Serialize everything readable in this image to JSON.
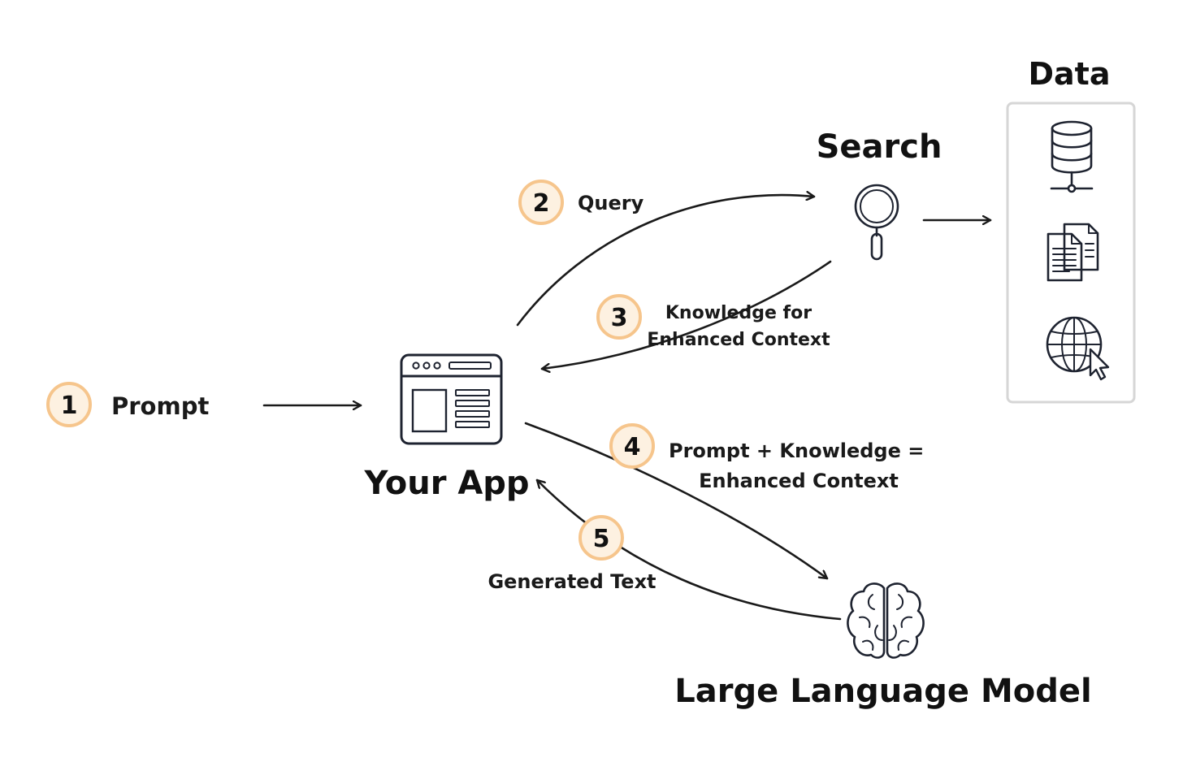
{
  "nodes": {
    "data": "Data",
    "search": "Search",
    "your_app": "Your App",
    "llm": "Large Language Model"
  },
  "steps": [
    {
      "number": "1",
      "label_lines": [
        "Prompt"
      ]
    },
    {
      "number": "2",
      "label_lines": [
        "Query"
      ]
    },
    {
      "number": "3",
      "label_lines": [
        "Knowledge for",
        "Enhanced Context"
      ]
    },
    {
      "number": "4",
      "label_lines": [
        "Prompt + Knowledge =",
        "Enhanced Context"
      ]
    },
    {
      "number": "5",
      "label_lines": [
        "Generated Text"
      ]
    }
  ],
  "data_sources": [
    "database-icon",
    "documents-icon",
    "globe-cursor-icon"
  ],
  "colors": {
    "badge_fill": "#fdf1e1",
    "badge_stroke": "#f6c58c",
    "ink": "#1a1a1a",
    "panel_border": "#d6d6d6"
  }
}
